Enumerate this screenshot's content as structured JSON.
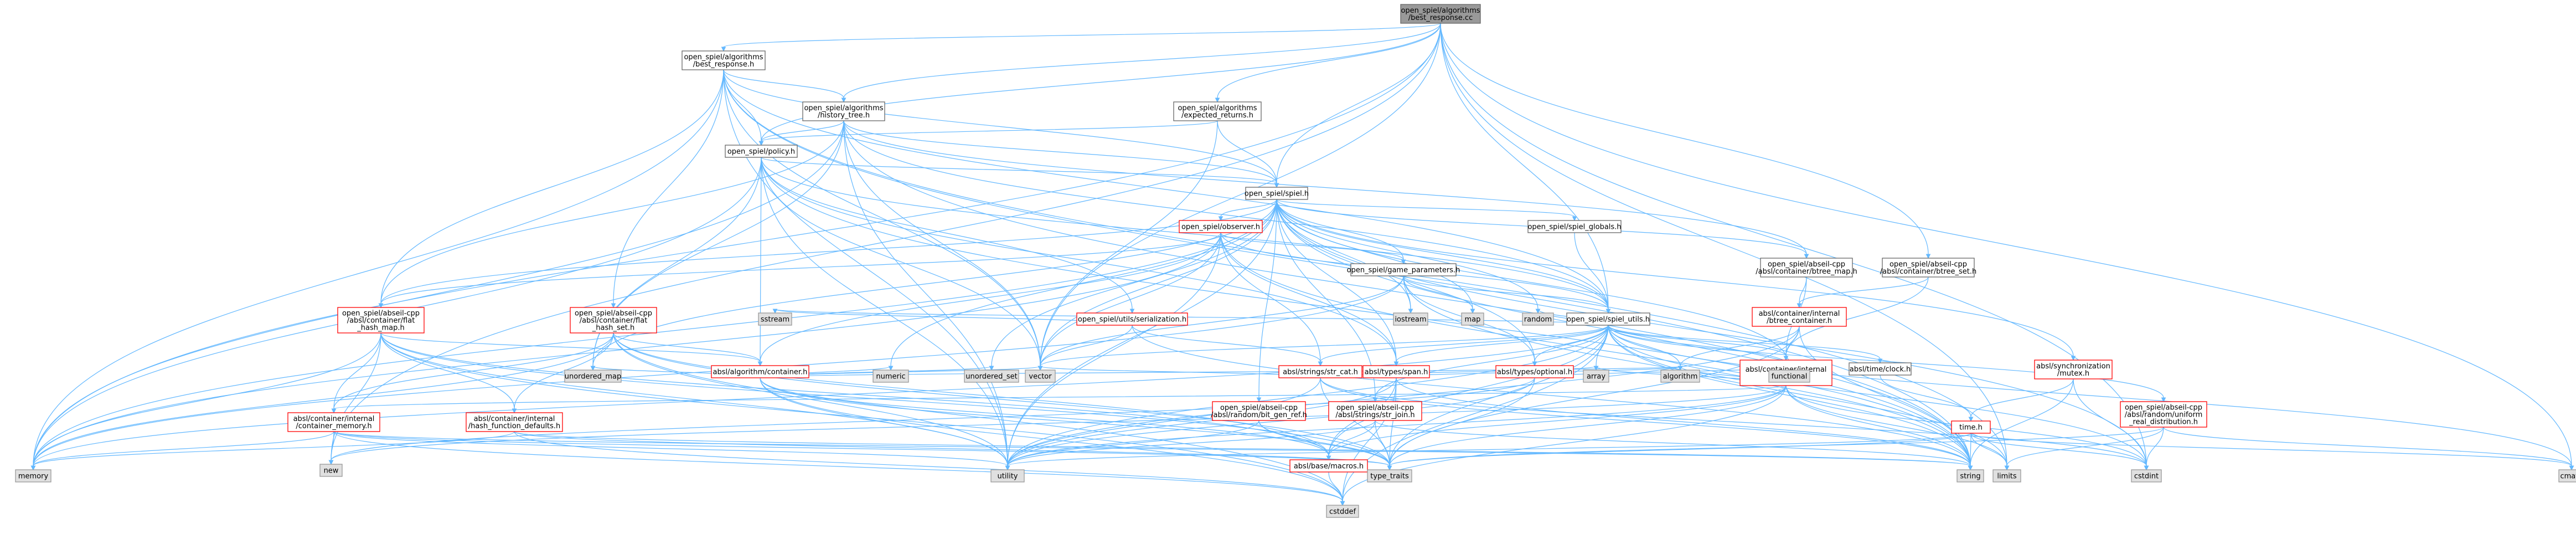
{
  "colors": {
    "root_fill": "#999999",
    "root_stroke": "#666666",
    "doc_fill": "#ffffff",
    "doc_stroke": "#666666",
    "std_fill": "#e0e0e0",
    "std_stroke": "#999999",
    "trunc_stroke": "#ff0000",
    "edge": "#63b8ff"
  },
  "nodes": [
    {
      "id": "root",
      "lines": [
        "open_spiel/algorithms",
        "/best_response.cc"
      ],
      "kind": "root"
    },
    {
      "id": "br_h",
      "lines": [
        "open_spiel/algorithms",
        "/best_response.h"
      ],
      "kind": "doc"
    },
    {
      "id": "hist",
      "lines": [
        "open_spiel/algorithms",
        "/history_tree.h"
      ],
      "kind": "doc"
    },
    {
      "id": "exp",
      "lines": [
        "open_spiel/algorithms",
        "/expected_returns.h"
      ],
      "kind": "doc"
    },
    {
      "id": "policy",
      "lines": [
        "open_spiel/policy.h"
      ],
      "kind": "doc"
    },
    {
      "id": "spiel",
      "lines": [
        "open_spiel/spiel.h"
      ],
      "kind": "doc"
    },
    {
      "id": "observer",
      "lines": [
        "open_spiel/observer.h"
      ],
      "kind": "trunc"
    },
    {
      "id": "gparams",
      "lines": [
        "open_spiel/game_parameters.h"
      ],
      "kind": "doc"
    },
    {
      "id": "globals",
      "lines": [
        "open_spiel/spiel_globals.h"
      ],
      "kind": "doc"
    },
    {
      "id": "utils",
      "lines": [
        "open_spiel/spiel_utils.h"
      ],
      "kind": "doc"
    },
    {
      "id": "btree_map",
      "lines": [
        "open_spiel/abseil-cpp",
        "/absl/container/btree_map.h"
      ],
      "kind": "doc"
    },
    {
      "id": "btree_set",
      "lines": [
        "open_spiel/abseil-cpp",
        "/absl/container/btree_set.h"
      ],
      "kind": "doc"
    },
    {
      "id": "fhm",
      "lines": [
        "open_spiel/abseil-cpp",
        "/absl/container/flat",
        "_hash_map.h"
      ],
      "kind": "trunc"
    },
    {
      "id": "fhs",
      "lines": [
        "open_spiel/abseil-cpp",
        "/absl/container/flat",
        "_hash_set.h"
      ],
      "kind": "trunc"
    },
    {
      "id": "serial",
      "lines": [
        "open_spiel/utils/serialization.h"
      ],
      "kind": "trunc"
    },
    {
      "id": "btree_cont",
      "lines": [
        "absl/container/internal",
        "/btree_container.h"
      ],
      "kind": "trunc"
    },
    {
      "id": "btree",
      "lines": [
        "absl/container/internal",
        "/btree.h"
      ],
      "kind": "trunc"
    },
    {
      "id": "algcont",
      "lines": [
        "absl/algorithm/container.h"
      ],
      "kind": "trunc"
    },
    {
      "id": "strcat",
      "lines": [
        "absl/strings/str_cat.h"
      ],
      "kind": "trunc"
    },
    {
      "id": "span",
      "lines": [
        "absl/types/span.h"
      ],
      "kind": "trunc"
    },
    {
      "id": "optional",
      "lines": [
        "absl/types/optional.h"
      ],
      "kind": "trunc"
    },
    {
      "id": "clock",
      "lines": [
        "absl/time/clock.h"
      ],
      "kind": "doc"
    },
    {
      "id": "mutex",
      "lines": [
        "absl/synchronization",
        "/mutex.h"
      ],
      "kind": "trunc"
    },
    {
      "id": "bitgen",
      "lines": [
        "open_spiel/abseil-cpp",
        "/absl/random/bit_gen_ref.h"
      ],
      "kind": "trunc"
    },
    {
      "id": "strjoin",
      "lines": [
        "open_spiel/abseil-cpp",
        "/absl/strings/str_join.h"
      ],
      "kind": "trunc"
    },
    {
      "id": "uniform",
      "lines": [
        "open_spiel/abseil-cpp",
        "/absl/random/uniform",
        "_real_distribution.h"
      ],
      "kind": "trunc"
    },
    {
      "id": "contmem",
      "lines": [
        "absl/container/internal",
        "/container_memory.h"
      ],
      "kind": "trunc"
    },
    {
      "id": "hashfn",
      "lines": [
        "absl/container/internal",
        "/hash_function_defaults.h"
      ],
      "kind": "trunc"
    },
    {
      "id": "time",
      "lines": [
        "time.h"
      ],
      "kind": "trunc"
    },
    {
      "id": "macros",
      "lines": [
        "absl/base/macros.h"
      ],
      "kind": "trunc"
    },
    {
      "id": "memory",
      "lines": [
        "memory"
      ],
      "kind": "std"
    },
    {
      "id": "new",
      "lines": [
        "new"
      ],
      "kind": "std"
    },
    {
      "id": "utility",
      "lines": [
        "utility"
      ],
      "kind": "std"
    },
    {
      "id": "cstddef",
      "lines": [
        "cstddef"
      ],
      "kind": "std"
    },
    {
      "id": "unordered_map",
      "lines": [
        "unordered_map"
      ],
      "kind": "std"
    },
    {
      "id": "numeric",
      "lines": [
        "numeric"
      ],
      "kind": "std"
    },
    {
      "id": "unordered_set",
      "lines": [
        "unordered_set"
      ],
      "kind": "std"
    },
    {
      "id": "vector",
      "lines": [
        "vector"
      ],
      "kind": "std"
    },
    {
      "id": "sstream",
      "lines": [
        "sstream"
      ],
      "kind": "std"
    },
    {
      "id": "iostream",
      "lines": [
        "iostream"
      ],
      "kind": "std"
    },
    {
      "id": "map",
      "lines": [
        "map"
      ],
      "kind": "std"
    },
    {
      "id": "random",
      "lines": [
        "random"
      ],
      "kind": "std"
    },
    {
      "id": "array",
      "lines": [
        "array"
      ],
      "kind": "std"
    },
    {
      "id": "algorithm",
      "lines": [
        "algorithm"
      ],
      "kind": "std"
    },
    {
      "id": "functional",
      "lines": [
        "functional"
      ],
      "kind": "std"
    },
    {
      "id": "type_traits",
      "lines": [
        "type_traits"
      ],
      "kind": "std"
    },
    {
      "id": "string",
      "lines": [
        "string"
      ],
      "kind": "std"
    },
    {
      "id": "limits",
      "lines": [
        "limits"
      ],
      "kind": "std"
    },
    {
      "id": "cstdint",
      "lines": [
        "cstdint"
      ],
      "kind": "std"
    },
    {
      "id": "cmath",
      "lines": [
        "cmath"
      ],
      "kind": "std"
    }
  ],
  "edges": [
    [
      "root",
      "br_h"
    ],
    [
      "root",
      "hist"
    ],
    [
      "root",
      "exp"
    ],
    [
      "root",
      "policy"
    ],
    [
      "root",
      "spiel"
    ],
    [
      "root",
      "utils"
    ],
    [
      "root",
      "btree_set"
    ],
    [
      "root",
      "vector"
    ],
    [
      "root",
      "new"
    ],
    [
      "root",
      "cmath"
    ],
    [
      "root",
      "cstdint"
    ],
    [
      "root",
      "limits"
    ],
    [
      "root",
      "memory"
    ],
    [
      "br_h",
      "hist"
    ],
    [
      "br_h",
      "policy"
    ],
    [
      "br_h",
      "spiel"
    ],
    [
      "br_h",
      "utils"
    ],
    [
      "br_h",
      "fhm"
    ],
    [
      "br_h",
      "fhs"
    ],
    [
      "br_h",
      "memory"
    ],
    [
      "br_h",
      "string"
    ],
    [
      "br_h",
      "utility"
    ],
    [
      "br_h",
      "vector"
    ],
    [
      "br_h",
      "limits"
    ],
    [
      "hist",
      "policy"
    ],
    [
      "hist",
      "spiel"
    ],
    [
      "hist",
      "utils"
    ],
    [
      "hist",
      "btree_map"
    ],
    [
      "hist",
      "fhm"
    ],
    [
      "hist",
      "memory"
    ],
    [
      "hist",
      "string"
    ],
    [
      "hist",
      "utility"
    ],
    [
      "hist",
      "vector"
    ],
    [
      "hist",
      "unordered_map"
    ],
    [
      "exp",
      "policy"
    ],
    [
      "exp",
      "spiel"
    ],
    [
      "exp",
      "vector"
    ],
    [
      "policy",
      "spiel"
    ],
    [
      "policy",
      "utils"
    ],
    [
      "policy",
      "serial"
    ],
    [
      "policy",
      "algcont"
    ],
    [
      "policy",
      "memory"
    ],
    [
      "policy",
      "string"
    ],
    [
      "policy",
      "unordered_map"
    ],
    [
      "policy",
      "utility"
    ],
    [
      "policy",
      "vector"
    ],
    [
      "policy",
      "span"
    ],
    [
      "spiel",
      "observer"
    ],
    [
      "spiel",
      "gparams"
    ],
    [
      "spiel",
      "globals"
    ],
    [
      "spiel",
      "utils"
    ],
    [
      "spiel",
      "btree_map"
    ],
    [
      "spiel",
      "fhm"
    ],
    [
      "spiel",
      "span"
    ],
    [
      "spiel",
      "optional"
    ],
    [
      "spiel",
      "mutex"
    ],
    [
      "spiel",
      "bitgen"
    ],
    [
      "spiel",
      "strjoin"
    ],
    [
      "spiel",
      "memory"
    ],
    [
      "spiel",
      "random"
    ],
    [
      "spiel",
      "map"
    ],
    [
      "spiel",
      "iostream"
    ],
    [
      "spiel",
      "string"
    ],
    [
      "spiel",
      "utility"
    ],
    [
      "spiel",
      "vector"
    ],
    [
      "spiel",
      "unordered_map"
    ],
    [
      "spiel",
      "numeric"
    ],
    [
      "spiel",
      "functional"
    ],
    [
      "spiel",
      "cstdint"
    ],
    [
      "spiel",
      "unordered_set"
    ],
    [
      "observer",
      "gparams"
    ],
    [
      "observer",
      "utils"
    ],
    [
      "observer",
      "span"
    ],
    [
      "observer",
      "fhm"
    ],
    [
      "observer",
      "algcont"
    ],
    [
      "observer",
      "strcat"
    ],
    [
      "observer",
      "memory"
    ],
    [
      "observer",
      "string"
    ],
    [
      "observer",
      "vector"
    ],
    [
      "observer",
      "utility"
    ],
    [
      "gparams",
      "utils"
    ],
    [
      "gparams",
      "optional"
    ],
    [
      "gparams",
      "iostream"
    ],
    [
      "gparams",
      "map"
    ],
    [
      "gparams",
      "string"
    ],
    [
      "gparams",
      "vector"
    ],
    [
      "gparams",
      "memory"
    ],
    [
      "globals",
      "utils"
    ],
    [
      "utils",
      "strcat"
    ],
    [
      "utils",
      "span"
    ],
    [
      "utils",
      "optional"
    ],
    [
      "utils",
      "clock"
    ],
    [
      "utils",
      "btree"
    ],
    [
      "utils",
      "macros"
    ],
    [
      "utils",
      "strjoin"
    ],
    [
      "utils",
      "uniform"
    ],
    [
      "utils",
      "random"
    ],
    [
      "utils",
      "algorithm"
    ],
    [
      "utils",
      "array"
    ],
    [
      "utils",
      "cstdint"
    ],
    [
      "utils",
      "functional"
    ],
    [
      "utils",
      "type_traits"
    ],
    [
      "utils",
      "string"
    ],
    [
      "utils",
      "utility"
    ],
    [
      "utils",
      "vector"
    ],
    [
      "utils",
      "sstream"
    ],
    [
      "utils",
      "limits"
    ],
    [
      "utils",
      "cmath"
    ],
    [
      "utils",
      "memory"
    ],
    [
      "utils",
      "cstddef"
    ],
    [
      "btree_map",
      "btree_cont"
    ],
    [
      "btree_map",
      "btree"
    ],
    [
      "btree_set",
      "btree_cont"
    ],
    [
      "btree_set",
      "btree"
    ],
    [
      "btree_cont",
      "btree"
    ],
    [
      "btree_cont",
      "algorithm"
    ],
    [
      "btree_cont",
      "type_traits"
    ],
    [
      "btree_cont",
      "utility"
    ],
    [
      "btree_cont",
      "string"
    ],
    [
      "btree",
      "algorithm"
    ],
    [
      "btree",
      "array"
    ],
    [
      "btree",
      "cstdint"
    ],
    [
      "btree",
      "cstddef"
    ],
    [
      "btree",
      "functional"
    ],
    [
      "btree",
      "limits"
    ],
    [
      "btree",
      "new"
    ],
    [
      "btree",
      "string"
    ],
    [
      "btree",
      "type_traits"
    ],
    [
      "btree",
      "utility"
    ],
    [
      "btree",
      "macros"
    ],
    [
      "btree",
      "contmem"
    ],
    [
      "fhm",
      "contmem"
    ],
    [
      "fhm",
      "hashfn"
    ],
    [
      "fhm",
      "algcont"
    ],
    [
      "fhm",
      "macros"
    ],
    [
      "fhm",
      "cstddef"
    ],
    [
      "fhm",
      "new"
    ],
    [
      "fhm",
      "type_traits"
    ],
    [
      "fhm",
      "utility"
    ],
    [
      "fhm",
      "memory"
    ],
    [
      "fhs",
      "contmem"
    ],
    [
      "fhs",
      "hashfn"
    ],
    [
      "fhs",
      "algcont"
    ],
    [
      "fhs",
      "macros"
    ],
    [
      "fhs",
      "cstddef"
    ],
    [
      "fhs",
      "type_traits"
    ],
    [
      "fhs",
      "utility"
    ],
    [
      "fhs",
      "memory"
    ],
    [
      "serial",
      "sstream"
    ],
    [
      "serial",
      "vector"
    ],
    [
      "serial",
      "string"
    ],
    [
      "serial",
      "strcat"
    ],
    [
      "algcont",
      "algorithm"
    ],
    [
      "algcont",
      "numeric"
    ],
    [
      "algcont",
      "unordered_map"
    ],
    [
      "algcont",
      "unordered_set"
    ],
    [
      "algcont",
      "utility"
    ],
    [
      "algcont",
      "vector"
    ],
    [
      "algcont",
      "type_traits"
    ],
    [
      "algcont",
      "cstddef"
    ],
    [
      "algcont",
      "macros"
    ],
    [
      "strcat",
      "array"
    ],
    [
      "strcat",
      "cstdint"
    ],
    [
      "strcat",
      "string"
    ],
    [
      "strcat",
      "type_traits"
    ],
    [
      "strcat",
      "utility"
    ],
    [
      "strcat",
      "vector"
    ],
    [
      "span",
      "algorithm"
    ],
    [
      "span",
      "cstddef"
    ],
    [
      "span",
      "type_traits"
    ],
    [
      "span",
      "macros"
    ],
    [
      "span",
      "string"
    ],
    [
      "span",
      "utility"
    ],
    [
      "optional",
      "functional"
    ],
    [
      "optional",
      "new"
    ],
    [
      "optional",
      "type_traits"
    ],
    [
      "optional",
      "utility"
    ],
    [
      "clock",
      "time"
    ],
    [
      "mutex",
      "cstdint"
    ],
    [
      "mutex",
      "string"
    ],
    [
      "mutex",
      "time"
    ],
    [
      "bitgen",
      "type_traits"
    ],
    [
      "bitgen",
      "utility"
    ],
    [
      "bitgen",
      "macros"
    ],
    [
      "strjoin",
      "string"
    ],
    [
      "strjoin",
      "type_traits"
    ],
    [
      "strjoin",
      "utility"
    ],
    [
      "strjoin",
      "macros"
    ],
    [
      "uniform",
      "cmath"
    ],
    [
      "uniform",
      "cstdint"
    ],
    [
      "uniform",
      "limits"
    ],
    [
      "uniform",
      "type_traits"
    ],
    [
      "contmem",
      "memory"
    ],
    [
      "contmem",
      "new"
    ],
    [
      "contmem",
      "cstddef"
    ],
    [
      "contmem",
      "type_traits"
    ],
    [
      "contmem",
      "utility"
    ],
    [
      "contmem",
      "string"
    ],
    [
      "hashfn",
      "string"
    ],
    [
      "hashfn",
      "type_traits"
    ],
    [
      "hashfn",
      "cstddef"
    ],
    [
      "hashfn",
      "memory"
    ],
    [
      "time",
      "cmath"
    ],
    [
      "time",
      "cstdint"
    ],
    [
      "time",
      "limits"
    ],
    [
      "time",
      "string"
    ],
    [
      "time",
      "type_traits"
    ],
    [
      "time",
      "utility"
    ],
    [
      "macros",
      "cstddef"
    ]
  ]
}
